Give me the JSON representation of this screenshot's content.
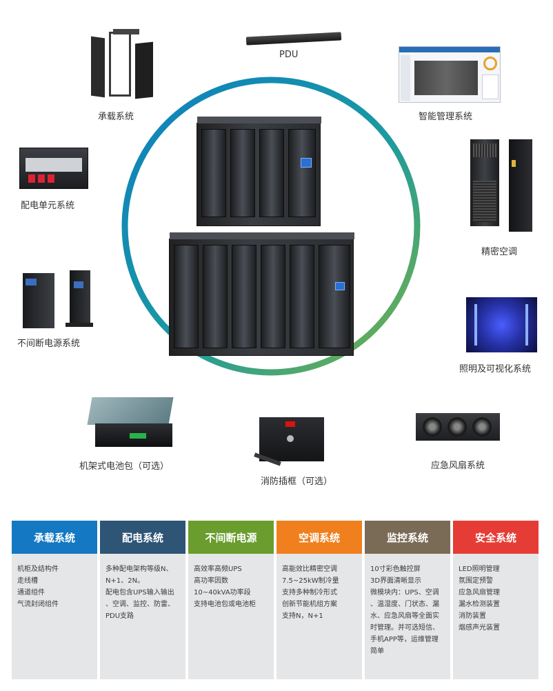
{
  "labels": {
    "pdu": "PDU",
    "load_bearing": "承载系统",
    "smart_management": "智能管理系统",
    "power_distribution_unit": "配电单元系统",
    "precision_ac": "精密空调",
    "ups": "不间断电源系统",
    "lighting": "照明及可视化系统",
    "rack_battery": "机架式电池包（可选）",
    "fire_insert": "消防插框（可选）",
    "emergency_fan": "应急风扇系统"
  },
  "colors": {
    "ring_start": "#0d7fc1",
    "ring_end": "#7cb342"
  },
  "columns": [
    {
      "title": "承载系统",
      "color": "#1478c2",
      "items": [
        "机柜及结构件",
        "走线槽",
        "通道组件",
        "气流封闭组件"
      ]
    },
    {
      "title": "配电系统",
      "color": "#2e5476",
      "items": [
        "多种配电架构等级N、",
        "N+1、2N。",
        "配电包含UPS输入输出",
        "、空调、监控、防雷、",
        "PDU支路"
      ]
    },
    {
      "title": "不间断电源",
      "color": "#6a9d2e",
      "items": [
        "高效率高频UPS",
        "高功率因数",
        "10~40kVA功率段",
        "支持电池包或电池柜"
      ]
    },
    {
      "title": "空调系统",
      "color": "#f07f1e",
      "items": [
        "高能效比精密空调",
        "7.5~25kW制冷量",
        "支持多种制冷形式",
        "创新节能机组方案",
        "支持N，N+1"
      ]
    },
    {
      "title": "监控系统",
      "color": "#7a6b57",
      "items": [
        "10寸彩色触控屏",
        "3D界面清晰显示",
        "微模块内：UPS、空调",
        "、温湿度、门状态、漏",
        "水、应急风扇等全面实",
        "时管理。并可选短信、",
        "手机APP等，运维管理",
        "简单"
      ]
    },
    {
      "title": "安全系统",
      "color": "#e53d35",
      "items": [
        "LED照明管理",
        "氛围定预警",
        "应急风扇管理",
        "漏水检测装置",
        "消防装置",
        "烟感声光装置"
      ]
    }
  ]
}
